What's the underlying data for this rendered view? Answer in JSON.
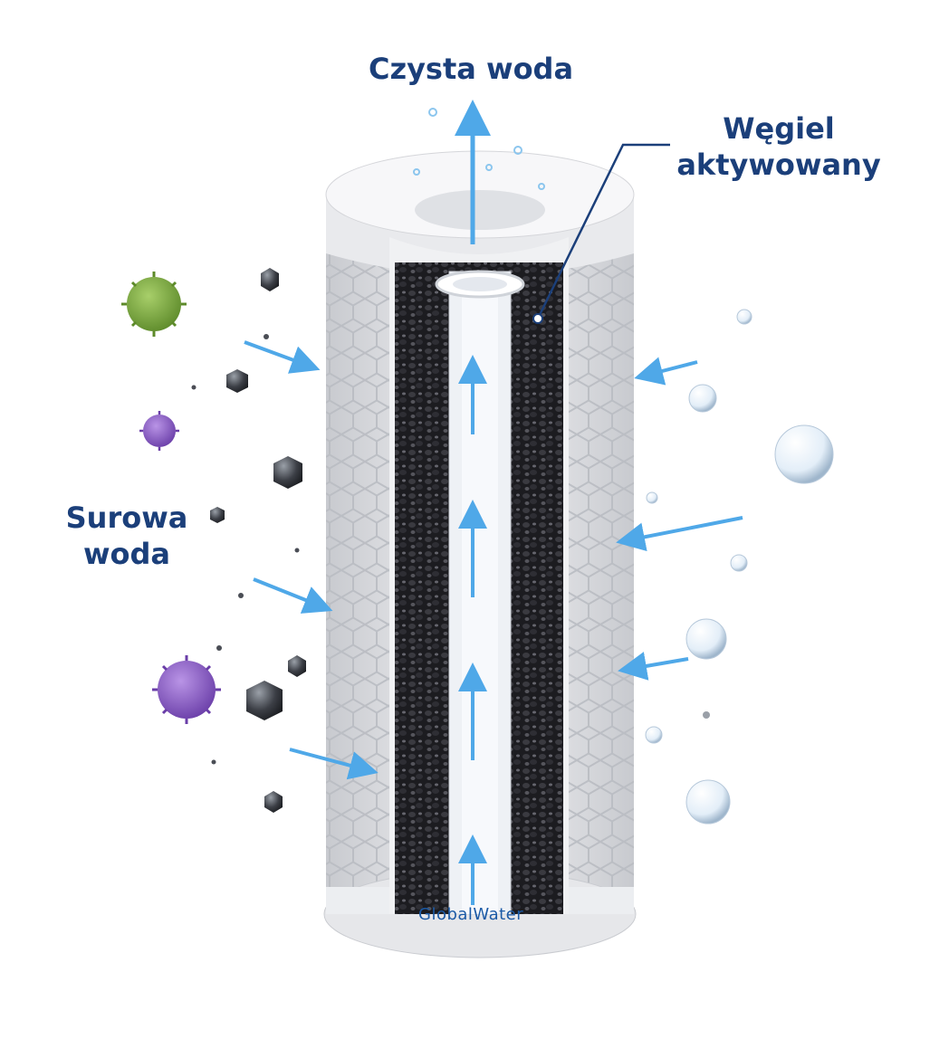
{
  "labels": {
    "clean_water": "Czysta woda",
    "activated_carbon_line1": "Węgiel",
    "activated_carbon_line2": "aktywowany",
    "raw_water_line1": "Surowa",
    "raw_water_line2": "woda"
  },
  "brand": "GlobalWater",
  "colors": {
    "label_text": "#1b3f7a",
    "arrow": "#4fa8e8",
    "carbon": "#1e1e22",
    "housing": "#f2f2f4",
    "green_particle": "#7aa83a",
    "purple_particle": "#8a5bc0",
    "metal_particle": "#3a3d44"
  },
  "icons": {
    "pointer": "pointer-line-icon",
    "flow_arrow": "flow-arrow-icon",
    "bacteria": "bacteria-icon",
    "heavy_metal": "heavy-metal-icon",
    "bubble": "water-bubble-icon"
  }
}
